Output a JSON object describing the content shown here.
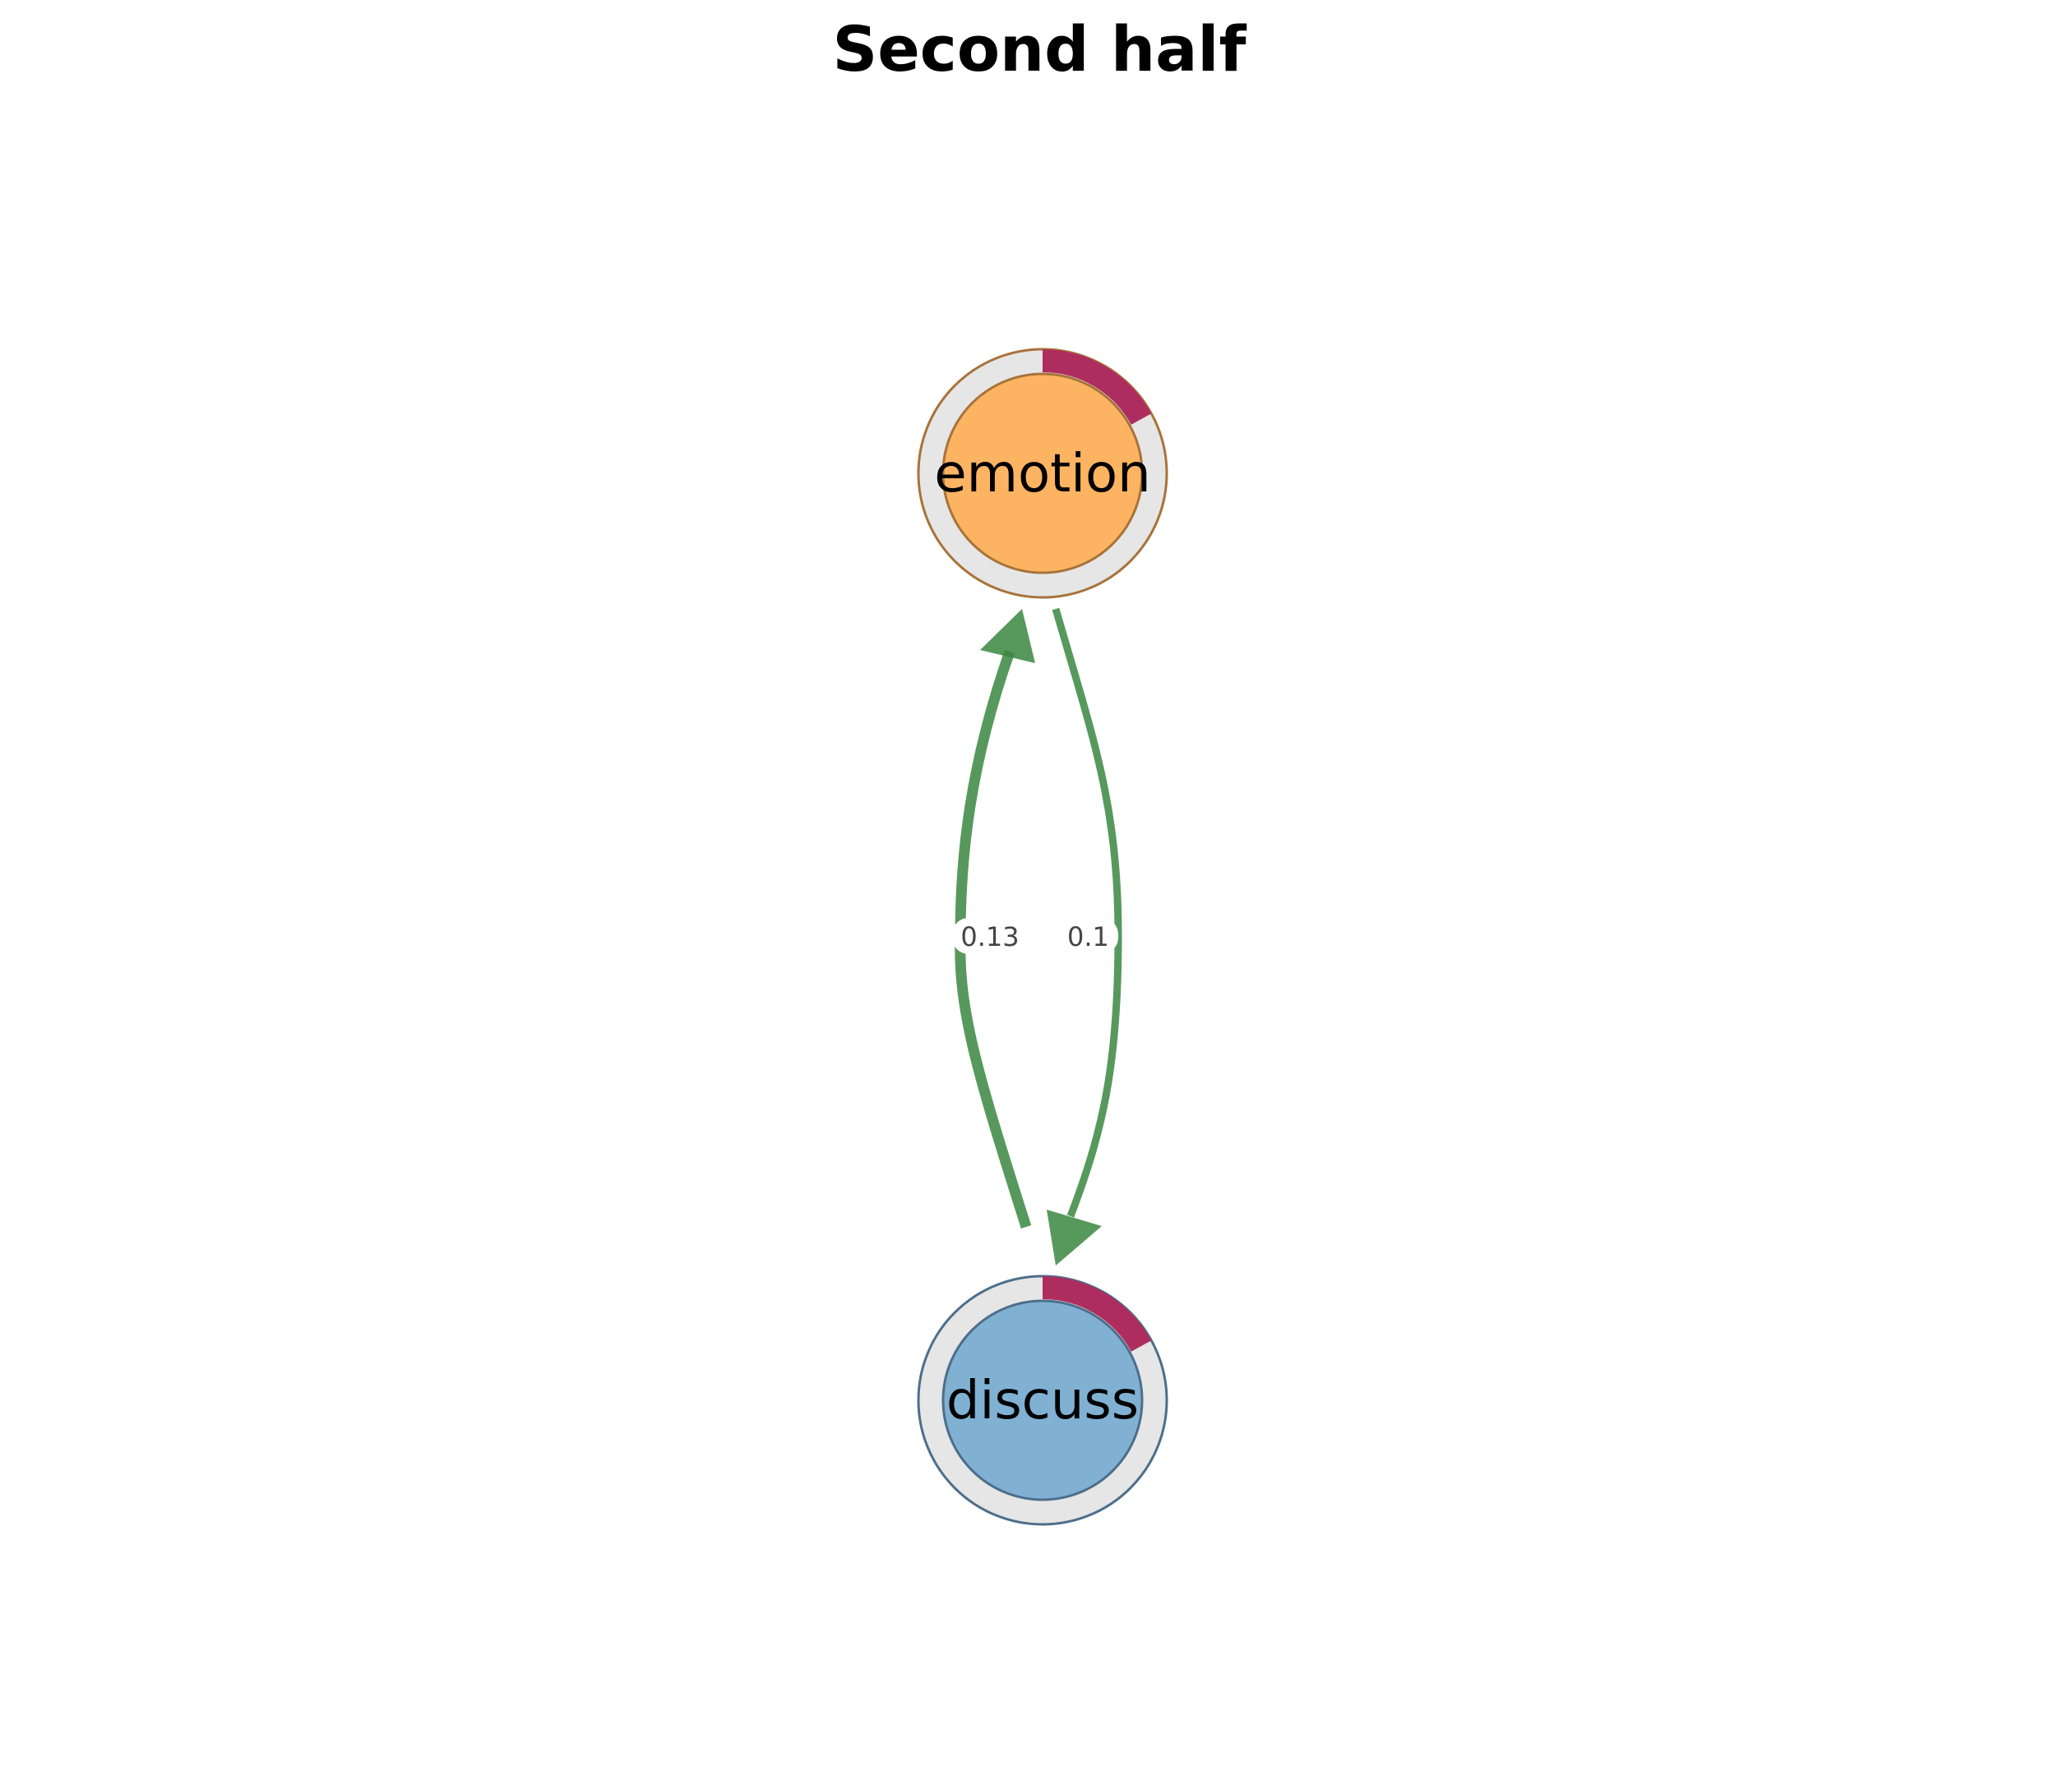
{
  "title": "Second half",
  "nodes": [
    {
      "id": "emotion",
      "label": "emotion",
      "fill": "#FDB462",
      "stroke": "#A8733A",
      "ring_fraction": 0.17
    },
    {
      "id": "discuss",
      "label": "discuss",
      "fill": "#80B1D3",
      "stroke": "#4D6E8A",
      "ring_fraction": 0.17
    }
  ],
  "edges": [
    {
      "from": "discuss",
      "to": "emotion",
      "label": "0.13",
      "weight": 0.13
    },
    {
      "from": "emotion",
      "to": "discuss",
      "label": "0.1",
      "weight": 0.1
    }
  ],
  "colors": {
    "edge": "#3A8740",
    "ring_background": "#E6E6E6",
    "ring_fill": "#AE2D5F"
  }
}
